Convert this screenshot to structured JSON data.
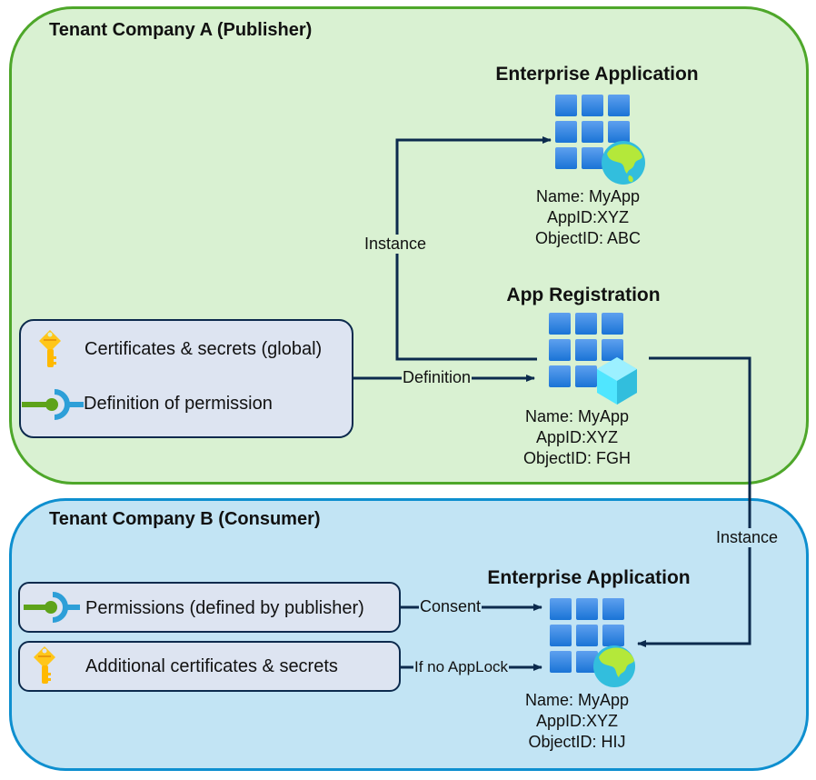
{
  "tenant_a": {
    "title": "Tenant Company A (Publisher)",
    "enterprise_app": {
      "title": "Enterprise Application",
      "name": "Name:  MyApp",
      "app_id": "AppID:XYZ",
      "object_id": "ObjectID: ABC",
      "icon": "enterprise-app-icon"
    },
    "app_registration": {
      "title": "App Registration",
      "name": "Name:  MyApp",
      "app_id": "AppID:XYZ",
      "object_id": "ObjectID: FGH",
      "icon": "app-registration-icon"
    },
    "global_box": {
      "items": [
        {
          "icon": "key-icon",
          "label": "Certificates & secrets (global)"
        },
        {
          "icon": "permission-icon",
          "label": "Definition of permission"
        }
      ]
    }
  },
  "tenant_b": {
    "title": "Tenant Company B (Consumer)",
    "enterprise_app": {
      "title": "Enterprise Application",
      "name": "Name: MyApp",
      "app_id": "AppID:XYZ",
      "object_id": "ObjectID: HIJ",
      "icon": "enterprise-app-icon"
    },
    "permissions_box": {
      "icon": "permission-icon",
      "label": "Permissions (defined by publisher)"
    },
    "secrets_box": {
      "icon": "key-icon",
      "label": "Additional certificates & secrets"
    }
  },
  "connectors": {
    "instance_a": "Instance",
    "definition": "Definition",
    "instance_b": "Instance",
    "consent": "Consent",
    "if_no_applock": "If no AppLock"
  },
  "colors": {
    "tenant_a_fill": "#d9f1d2",
    "tenant_a_border": "#4ea72a",
    "tenant_b_fill": "#c2e4f4",
    "tenant_b_border": "#0e8fcf",
    "connector": "#0c2a4d",
    "box_fill": "#dde4f1"
  }
}
